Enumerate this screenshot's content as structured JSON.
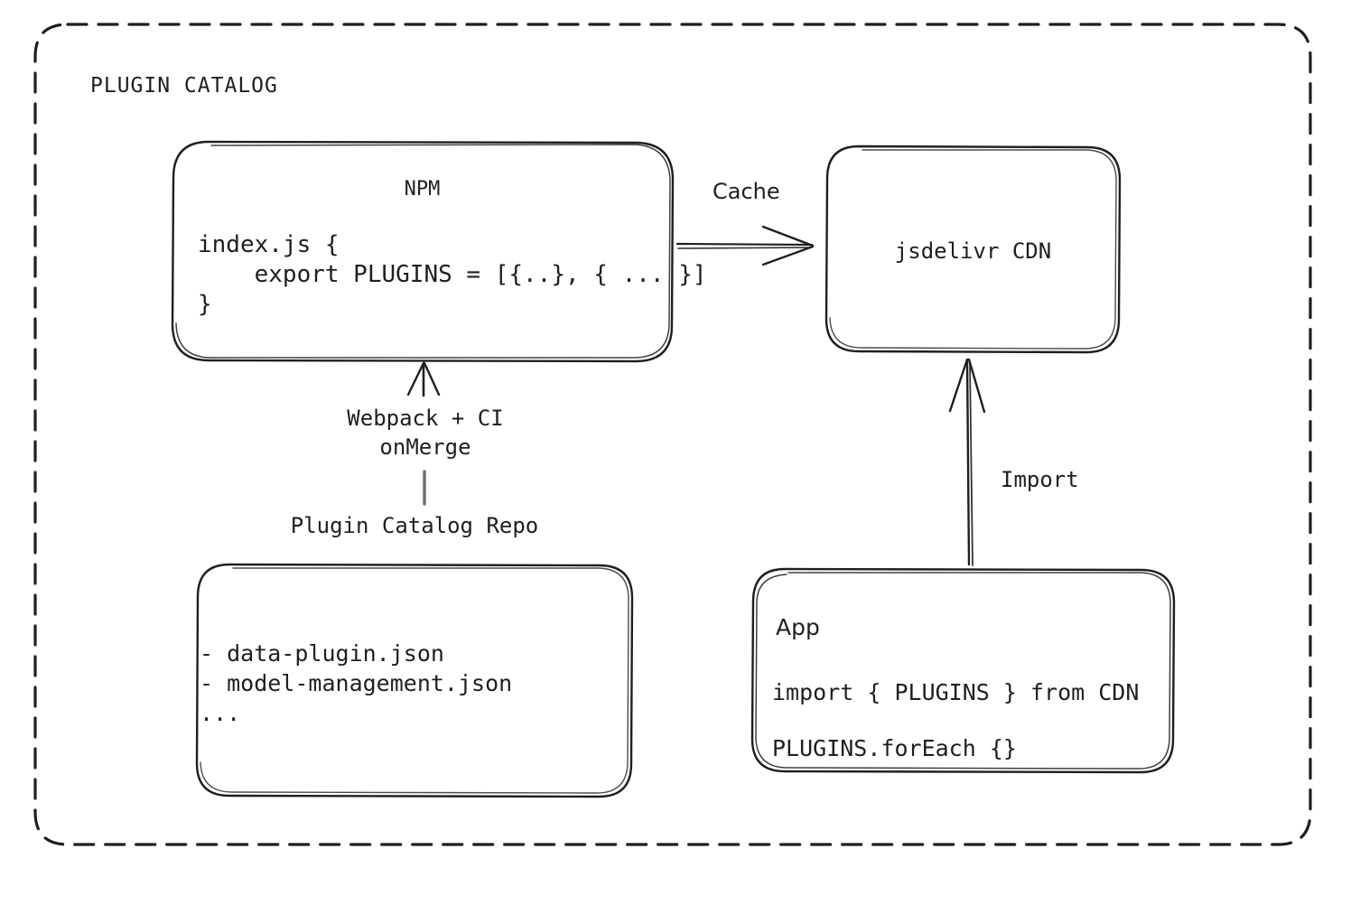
{
  "diagram": {
    "group_title": "PLUGIN CATALOG",
    "nodes": {
      "npm": {
        "title": "NPM",
        "code": "index.js {\n    export PLUGINS = [{..}, { ... }]\n}"
      },
      "cdn": {
        "title": "jsdelivr CDN"
      },
      "repo": {
        "caption": "Plugin Catalog Repo",
        "files": "- data-plugin.json\n- model-management.json\n..."
      },
      "app": {
        "title": "App",
        "line1": "import { PLUGINS } from CDN",
        "line2": "PLUGINS.forEach {}"
      }
    },
    "edges": {
      "cache": "Cache",
      "webpack": "Webpack + CI\nonMerge",
      "import": "Import"
    },
    "colors": {
      "stroke": "#1f1f1f",
      "background": "#ffffff",
      "text": "#1f1f1f"
    }
  }
}
